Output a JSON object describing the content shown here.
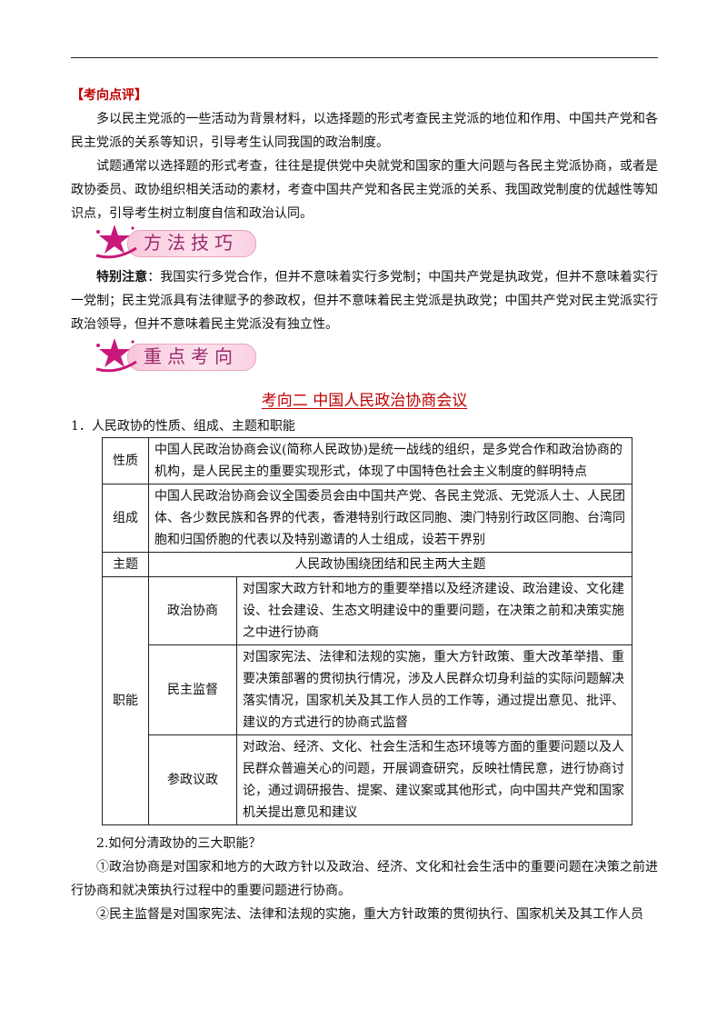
{
  "review": {
    "heading": "【考向点评】",
    "paragraphs": [
      "多以民主党派的一些活动为背景材料，以选择题的形式考查民主党派的地位和作用、中国共产党和各民主党派的关系等知识，引导考生认同我国的政治制度。",
      "试题通常以选择题的形式考查，往往是提供党中央就党和国家的重大问题与各民主党派协商，或者是政协委员、政协组织相关活动的素材，考查中国共产党和各民主党派的关系、我国政党制度的优越性等知识点，引导考生树立制度自信和政治认同。"
    ]
  },
  "banner_method": {
    "label": "方法技巧"
  },
  "note": {
    "label": "特别注意",
    "text": "：我国实行多党合作，但并不意味着实行多党制；中国共产党是执政党，但并不意味着实行一党制；民主党派具有法律赋予的参政权，但并不意味着民主党派是执政党；中国共产党对民主党派实行政治领导，但并不意味着民主党派没有独立性。"
  },
  "banner_focus": {
    "label": "重点考向"
  },
  "section_title": "考向二  中国人民政治协商会议",
  "list_heading": "1．人民政协的性质、组成、主题和职能",
  "table": {
    "nature_key": "性质",
    "nature_val": "中国人民政治协商会议(简称人民政协)是统一战线的组织，是多党合作和政治协商的机构，是人民民主的重要实现形式，体现了中国特色社会主义制度的鲜明特点",
    "composition_key": "组成",
    "composition_val": "中国人民政治协商会议全国委员会由中国共产党、各民主党派、无党派人士、人民团体、各少数民族和各界的代表，香港特别行政区同胞、澳门特别行政区同胞、台湾同胞和归国侨胞的代表以及特别邀请的人士组成，设若干界别",
    "theme_key": "主题",
    "theme_val": "人民政协围绕团结和民主两大主题",
    "function_key": "职能",
    "functions": [
      {
        "name": "政治协商",
        "desc": "对国家大政方针和地方的重要举措以及经济建设、政治建设、文化建设、社会建设、生态文明建设中的重要问题，在决策之前和决策实施之中进行协商"
      },
      {
        "name": "民主监督",
        "desc": "对国家宪法、法律和法规的实施，重大方针政策、重大改革举措、重要决策部署的贯彻执行情况，涉及人民群众切身利益的实际问题解决落实情况，国家机关及其工作人员的工作等，通过提出意见、批评、建议的方式进行的协商式监督"
      },
      {
        "name": "参政议政",
        "desc": "对政治、经济、文化、社会生活和生态环境等方面的重要问题以及人民群众普遍关心的问题，开展调查研究，反映社情民意，进行协商讨论，通过调研报告、提案、建议案或其他形式，向中国共产党和国家机关提出意见和建议"
      }
    ]
  },
  "question": {
    "heading": "2.如何分清政协的三大职能？",
    "items": [
      "①政治协商是对国家和地方的大政方针以及政治、经济、文化和社会生活中的重要问题在决策之前进行协商和就决策执行过程中的重要问题进行协商。",
      "②民主监督是对国家宪法、法律和法规的实施，重大方针政策的贯彻执行、国家机关及其工作人员"
    ]
  },
  "colors": {
    "accent_red": "#c00000",
    "banner_pink": "#f8c7dc",
    "banner_text": "#9a2a6b",
    "star_magenta": "#c8187a"
  },
  "icons": [
    "star-icon"
  ]
}
